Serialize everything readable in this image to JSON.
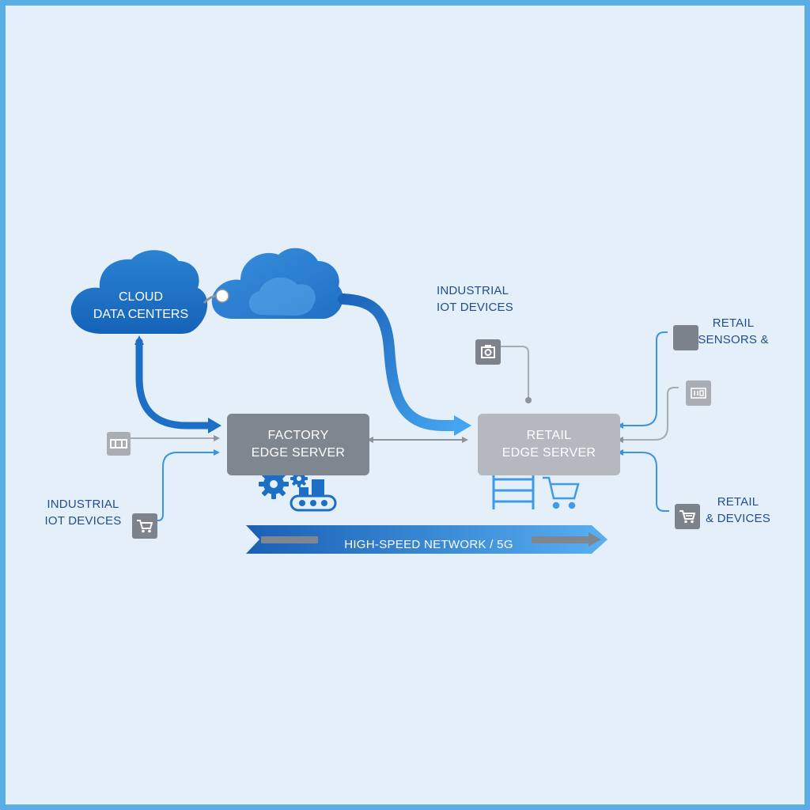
{
  "diagram": {
    "cloud_data_centers": {
      "line1": "CLOUD",
      "line2": "DATA CENTERS"
    },
    "factory_server": {
      "line1": "FACTORY",
      "line2": "EDGE SERVER"
    },
    "retail_server": {
      "line1": "RETAIL",
      "line2": "EDGE SERVER"
    },
    "industrial_top": {
      "line1": "INDUSTRIAL",
      "line2": "IOT DEVICES"
    },
    "industrial_left": {
      "line1": "INDUSTRIAL",
      "line2": "IOT DEVICES"
    },
    "retail_sensors": {
      "line1": "RETAIL",
      "line2": "SENSORS &"
    },
    "retail_devices": {
      "line1": "RETAIL",
      "line2": "& DEVICES"
    },
    "network_banner": "HIGH-SPEED NETWORK / 5G"
  },
  "icons": [
    "cloud-icon",
    "gears-icon",
    "conveyor-icon",
    "shelf-icon",
    "shopping-cart-icon",
    "sensor-icon",
    "camera-icon",
    "tag-icon"
  ],
  "colors": {
    "background": "#e4eff9",
    "border": "#5aaee6",
    "primary_blue": "#1c6fc4",
    "accent_blue": "#3f9ae8",
    "factory_server": "#7e8690",
    "retail_server": "#b4b9bf",
    "label_text": "#1f4f8c"
  }
}
